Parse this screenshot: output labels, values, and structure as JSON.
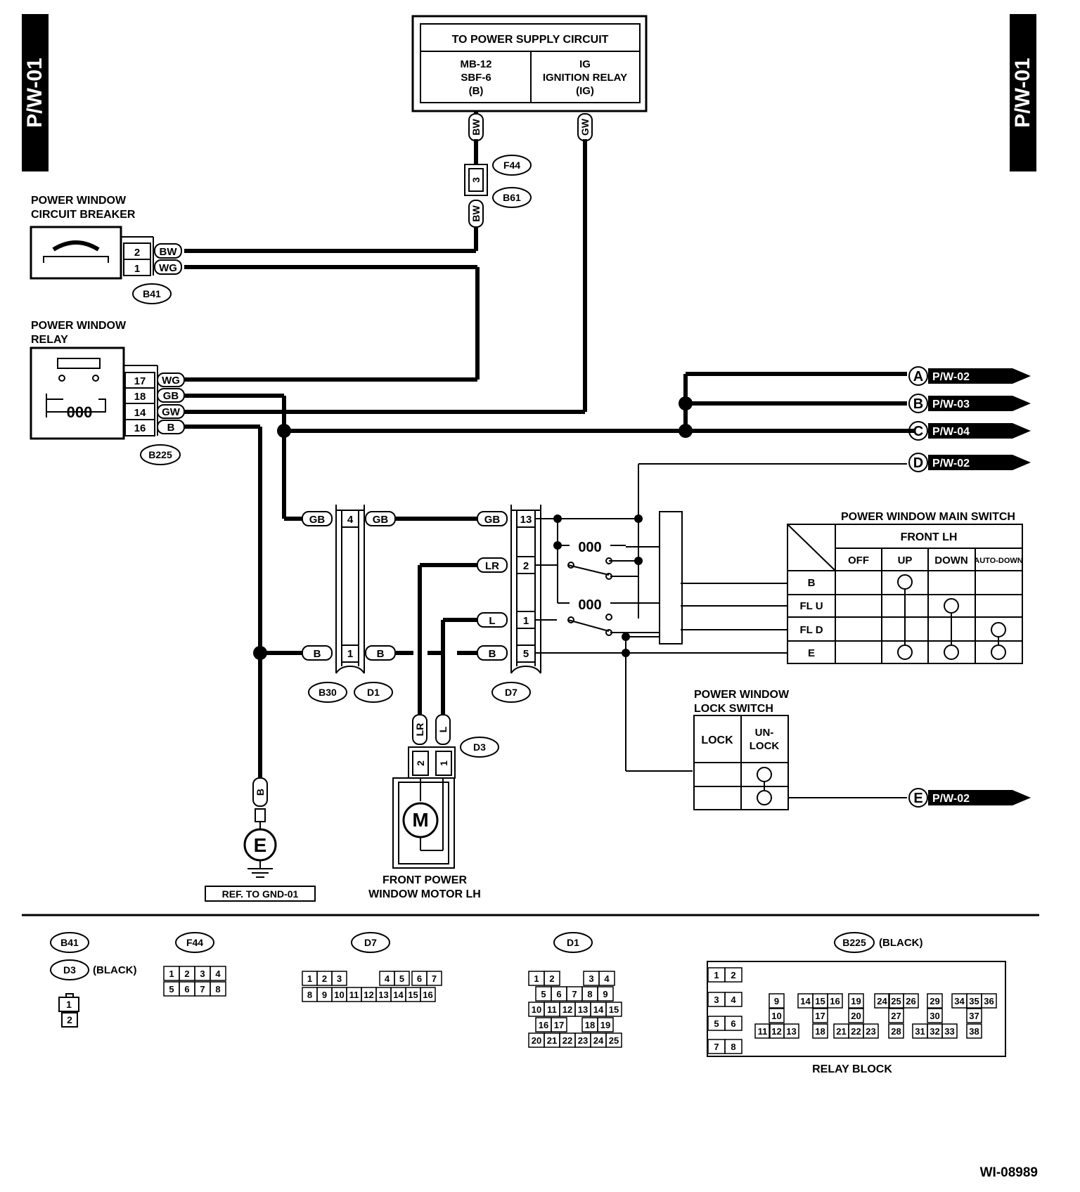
{
  "page_label": "P/W-01",
  "figure_id": "WI-08989",
  "power_supply": {
    "title": "TO POWER SUPPLY CIRCUIT",
    "left": [
      "MB-12",
      "SBF-6",
      "(B)"
    ],
    "right": [
      "IG",
      "IGNITION RELAY",
      "(IG)"
    ]
  },
  "breaker": {
    "label": [
      "POWER WINDOW",
      "CIRCUIT BREAKER"
    ],
    "connector": "B41",
    "pins": [
      "2",
      "1"
    ],
    "wires": [
      "BW",
      "WG"
    ]
  },
  "relay": {
    "label": [
      "POWER WINDOW",
      "RELAY"
    ],
    "connector": "B225",
    "pins": [
      "17",
      "18",
      "14",
      "16"
    ],
    "wires": [
      "WG",
      "GB",
      "GW",
      "B"
    ]
  },
  "joint": {
    "pin": "3",
    "connectors": [
      "F44",
      "B61"
    ],
    "wire_top": "BW",
    "wire_bottom": "BW",
    "wire_ig": "GW"
  },
  "outputs": [
    {
      "letter": "A",
      "ref": "P/W-02"
    },
    {
      "letter": "B",
      "ref": "P/W-03"
    },
    {
      "letter": "C",
      "ref": "P/W-04"
    },
    {
      "letter": "D",
      "ref": "P/W-02"
    },
    {
      "letter": "E",
      "ref": "P/W-02"
    }
  ],
  "mid_connector": {
    "pins": [
      "4",
      "1"
    ],
    "wires": [
      "GB",
      "GB",
      "B",
      "B"
    ],
    "connectors": [
      "B30",
      "D1"
    ]
  },
  "d7_connector": {
    "pins": [
      "13",
      "2",
      "1",
      "5"
    ],
    "wires": [
      "GB",
      "LR",
      "L",
      "B"
    ],
    "connector": "D7"
  },
  "main_switch": {
    "title": "POWER WINDOW MAIN SWITCH",
    "group": "FRONT LH",
    "columns": [
      "OFF",
      "UP",
      "DOWN",
      "AUTO-DOWN"
    ],
    "rows": [
      "B",
      "FL U",
      "FL D",
      "E"
    ]
  },
  "lock_switch": {
    "title": [
      "POWER WINDOW",
      "LOCK SWITCH"
    ],
    "columns": [
      "LOCK",
      "UN-",
      "LOCK"
    ]
  },
  "motor": {
    "symbol": "M",
    "label": [
      "FRONT POWER",
      "WINDOW MOTOR LH"
    ],
    "connector": "D3",
    "pins": [
      "2",
      "1"
    ],
    "wires": [
      "LR",
      "L"
    ]
  },
  "ground": {
    "symbol": "E",
    "wire": "B",
    "ref": "REF. TO GND-01"
  },
  "legend": {
    "b41": "B41",
    "d3": "D3",
    "d3_note": "(BLACK)",
    "d3_pins": [
      "1",
      "2"
    ],
    "f44": "F44",
    "f44_pins": [
      "1",
      "2",
      "3",
      "4",
      "5",
      "6",
      "7",
      "8"
    ],
    "d7": "D7",
    "d7_pins": [
      "1",
      "2",
      "3",
      "4",
      "5",
      "6",
      "7",
      "8",
      "9",
      "10",
      "11",
      "12",
      "13",
      "14",
      "15",
      "16"
    ],
    "d1": "D1",
    "d1_pins": [
      "1",
      "2",
      "3",
      "4",
      "5",
      "6",
      "7",
      "8",
      "9",
      "10",
      "11",
      "12",
      "13",
      "14",
      "15",
      "16",
      "17",
      "18",
      "19",
      "20",
      "21",
      "22",
      "23",
      "24",
      "25"
    ],
    "b225": "B225",
    "b225_note": "(BLACK)",
    "relay_block": "RELAY BLOCK",
    "relay_pins": [
      "1",
      "2",
      "3",
      "4",
      "5",
      "6",
      "7",
      "8",
      "9",
      "10",
      "11",
      "12",
      "13",
      "14",
      "15",
      "16",
      "17",
      "18",
      "19",
      "20",
      "21",
      "22",
      "23",
      "24",
      "25",
      "26",
      "27",
      "28",
      "29",
      "30",
      "31",
      "32",
      "33",
      "34",
      "35",
      "36",
      "37",
      "38"
    ]
  }
}
